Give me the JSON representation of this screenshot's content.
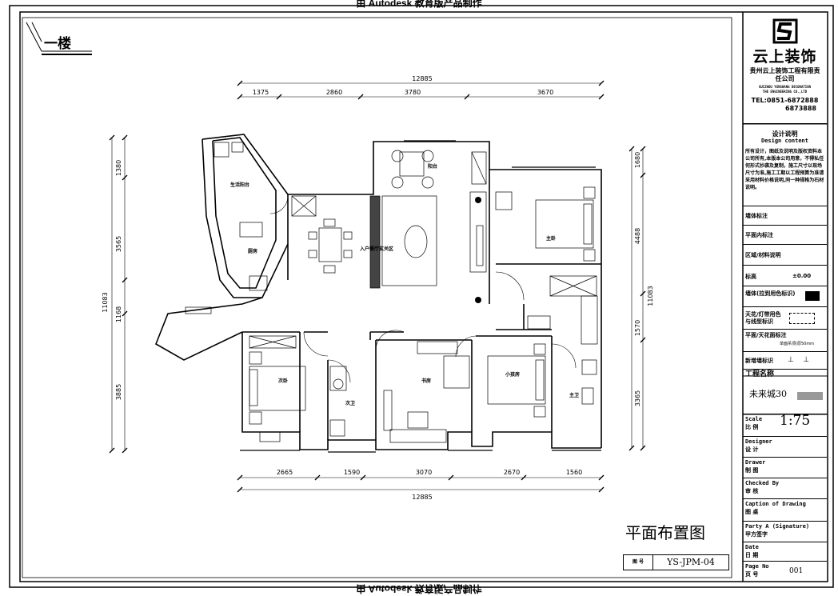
{
  "watermark": "由 Autodesk 教育版产品制作",
  "floor_label": "一楼",
  "dimensions": {
    "top_total": "12885",
    "top_segments": [
      "1375",
      "2860",
      "3780",
      "3670"
    ],
    "bottom_total": "12885",
    "bottom_segments": [
      "2665",
      "1590",
      "3070",
      "2670",
      "1560"
    ],
    "left_total": "11083",
    "left_segments": [
      "1380",
      "3565",
      "1168",
      "3885"
    ],
    "right_total": "11083",
    "right_segments": [
      "1680",
      "4488",
      "1570",
      "3365"
    ]
  },
  "rooms": {
    "balcony_service": "生活阳台",
    "kitchen": "厨房",
    "foyer": "入户餐厅玄关区",
    "living_balcony": "阳台",
    "master_bedroom": "主卧",
    "bedroom_left": "次卧",
    "bathroom_guest": "次卫",
    "study": "书房",
    "bedroom_small": "小孩房",
    "bathroom_master": "主卫"
  },
  "title_block": {
    "company_name": "云上装饰",
    "company_full": "贵州云上装饰工程有限责任公司",
    "company_en_1": "GUIZHOU YUNSHANG DECORATION",
    "company_en_2": "THE ENGINEERING CO.,LTD",
    "tel_1": "TEL:0851-6872888",
    "tel_2": "6873888",
    "design_title": "设计说明",
    "design_sub": "Design content",
    "design_body": "所有设计，图纸及说明及版权资料本公司所有,本版本公司用意，不得私任何形式抄袭及复制，施工尺寸以现场尺寸为准,施工工期以工程预算为准请采用材料价格说明,同一种规格为石材说明。",
    "row_wall": "墙体标注",
    "row_plan_mark": "平面内标注",
    "row_area": "区域/材料说明",
    "row_level": "标高",
    "level_value": "±0.00",
    "row_wall_color": "墙体(拉到用色标识)",
    "row_ceiling": "天花/灯带用色与线型标识",
    "row_ceiling_sym": "平面/天花面标注",
    "ceiling_sym_note": "单面吊顶(原50mm",
    "row_new_wall": "新增墙标识",
    "project_label": "工程名称",
    "project_name": "未来城30",
    "scale_en": "Scale",
    "scale_cn": "比 例",
    "scale_value": "1:75",
    "designer_en": "Designer",
    "designer_cn": "设 计",
    "drawer_en": "Drawer",
    "drawer_cn": "制 图",
    "checked_en": "Checked By",
    "checked_cn": "审 核",
    "caption_en": "Caption of Drawing",
    "caption_cn": "图 桌",
    "party_en": "Party A (Signature)",
    "party_cn": "甲方签字",
    "date_en": "Date",
    "date_cn": "日 期",
    "page_en": "Page No",
    "page_cn": "页 号",
    "page_value": "001"
  },
  "drawing_title": "平面布置图",
  "drawing_no_label": "图 号",
  "drawing_no": "YS-JPM-04"
}
